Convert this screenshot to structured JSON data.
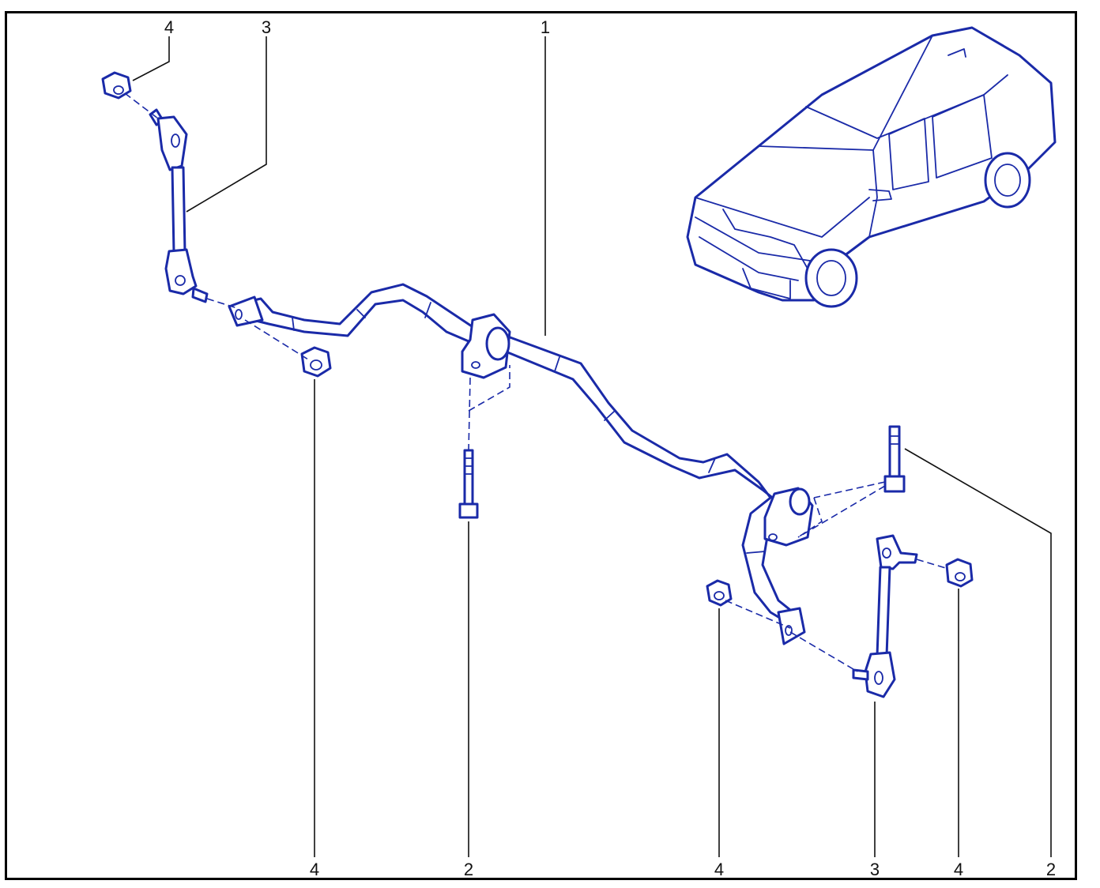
{
  "callouts": {
    "top_4": "4",
    "top_3": "3",
    "top_1": "1",
    "bottom_4a": "4",
    "bottom_2a": "2",
    "bottom_4b": "4",
    "bottom_3": "3",
    "bottom_4c": "4",
    "bottom_2b": "2"
  },
  "colors": {
    "line_art": "#1a2aa8",
    "leader": "#111111",
    "frame": "#000000"
  }
}
